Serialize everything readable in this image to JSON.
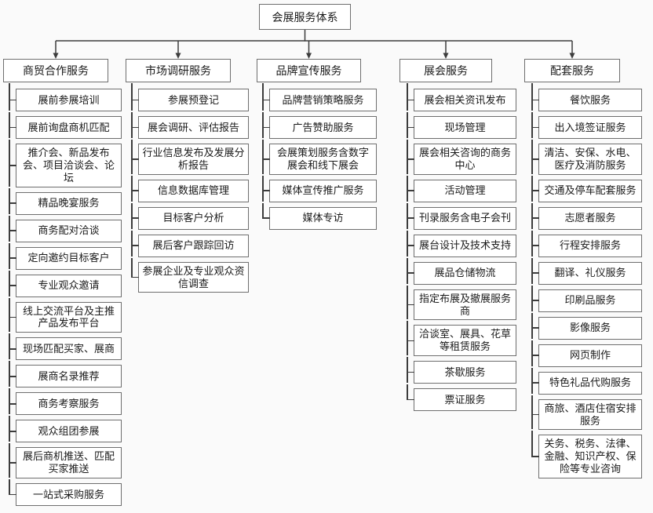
{
  "root": {
    "label": "会展服务体系"
  },
  "branches": [
    {
      "label": "商贸合作服务",
      "items": [
        "展前参展培训",
        "展前询盘商机匹配",
        "推介会、新品发布会、项目洽谈会、论坛",
        "精品晚宴服务",
        "商务配对洽谈",
        "定向邀约目标客户",
        "专业观众邀请",
        "线上交流平台及主推产品发布平台",
        "现场匹配买家、展商",
        "展商名录推荐",
        "商务考察服务",
        "观众组团参展",
        "展后商机推送、匹配买家推送",
        "一站式采购服务"
      ]
    },
    {
      "label": "市场调研服务",
      "items": [
        "参展预登记",
        "展会调研、评估报告",
        "行业信息发布及发展分析报告",
        "信息数据库管理",
        "目标客户分析",
        "展后客户跟踪回访",
        "参展企业及专业观众资信调查"
      ]
    },
    {
      "label": "品牌宣传服务",
      "items": [
        "品牌营销策略服务",
        "广告赞助服务",
        "会展策划服务含数字展会和线下展会",
        "媒体宣传推广服务",
        "媒体专访"
      ]
    },
    {
      "label": "展会服务",
      "items": [
        "展会相关资讯发布",
        "现场管理",
        "展会相关咨询的商务中心",
        "活动管理",
        "刊录服务含电子会刊",
        "展台设计及技术支持",
        "展品仓储物流",
        "指定布展及撤展服务商",
        "洽谈室、展具、花草等租赁服务",
        "茶歇服务",
        "票证服务"
      ]
    },
    {
      "label": "配套服务",
      "items": [
        "餐饮服务",
        "出入境签证服务",
        "清洁、安保、水电、医疗及消防服务",
        "交通及停车配套服务",
        "志愿者服务",
        "行程安排服务",
        "翻译、礼仪服务",
        "印刷品服务",
        "影像服务",
        "网页制作",
        "特色礼品代购服务",
        "商旅、酒店住宿安排服务",
        "关务、税务、法律、金融、知识产权、保险等专业咨询"
      ]
    }
  ],
  "colors": {
    "background": "#fafafa",
    "box_bg": "#ffffff",
    "box_border": "#6e6e6e",
    "line": "#3c3c3c",
    "text": "#1a1a1a"
  }
}
